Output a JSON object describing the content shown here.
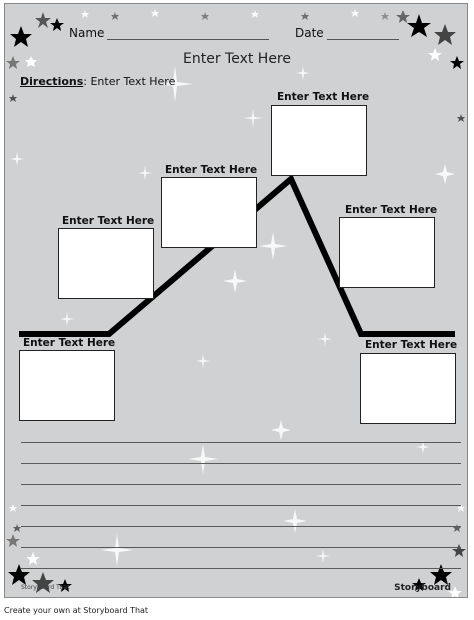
{
  "header": {
    "name_label": "Name",
    "date_label": "Date"
  },
  "title": "Enter Text Here",
  "directions": {
    "label": "Directions",
    "text": ": Enter Text Here"
  },
  "plot_boxes": [
    {
      "label": "Enter Text Here"
    },
    {
      "label": "Enter Text Here"
    },
    {
      "label": "Enter Text Here"
    },
    {
      "label": "Enter Text Here"
    },
    {
      "label": "Enter Text Here"
    },
    {
      "label": "Enter Text Here"
    }
  ],
  "writing_lines_count": 7,
  "watermark": "Storyboard That",
  "brand": "Storyboard",
  "footer": "Create your own at Storyboard That",
  "colors": {
    "page_background": "#cfd1d3",
    "plot_line": "#000000",
    "box_fill": "#ffffff"
  }
}
